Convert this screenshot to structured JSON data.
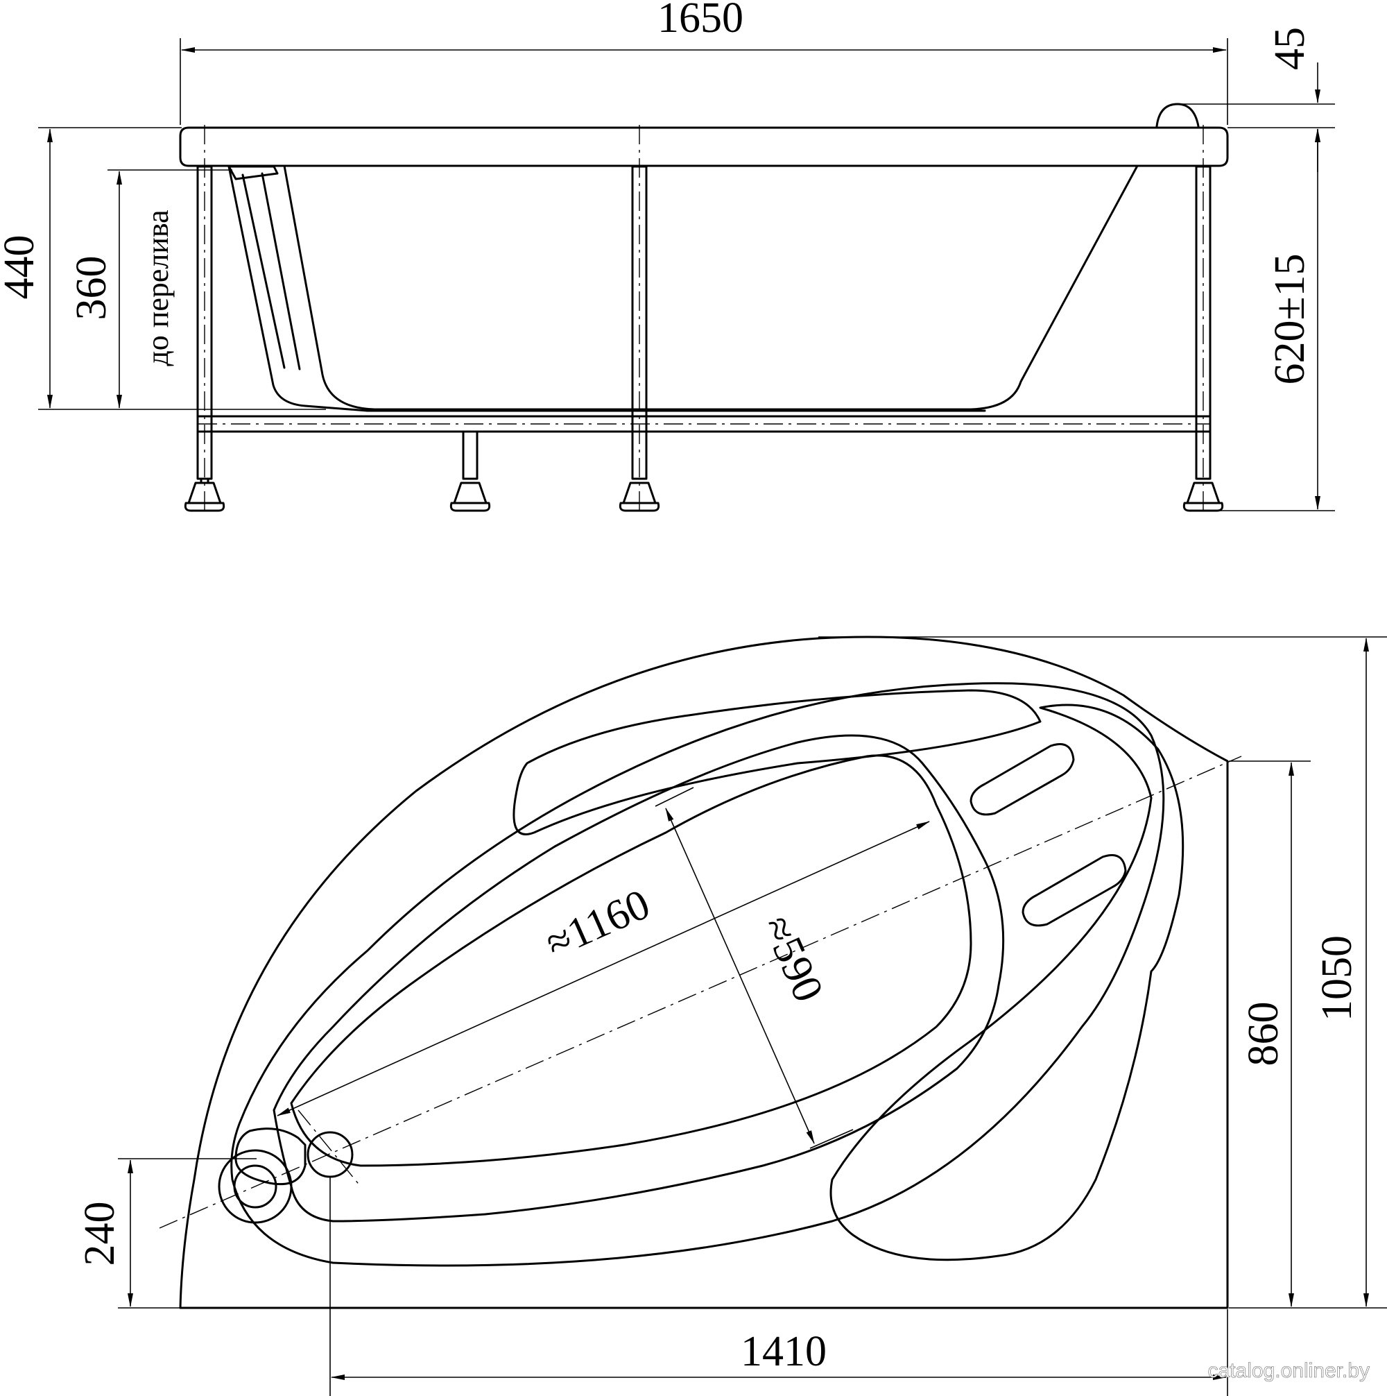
{
  "dimensions": {
    "side_length": "1650",
    "rim_height": "45",
    "total_depth": "440",
    "overflow_depth": "360",
    "overflow_note": "до перелива",
    "height_with_legs": "620±15",
    "inner_length": "≈1160",
    "inner_width": "≈590",
    "plan_depth": "1050",
    "short_side": "860",
    "drain_offset": "240",
    "short_length": "1410"
  },
  "watermark": "catalog.onliner.by"
}
